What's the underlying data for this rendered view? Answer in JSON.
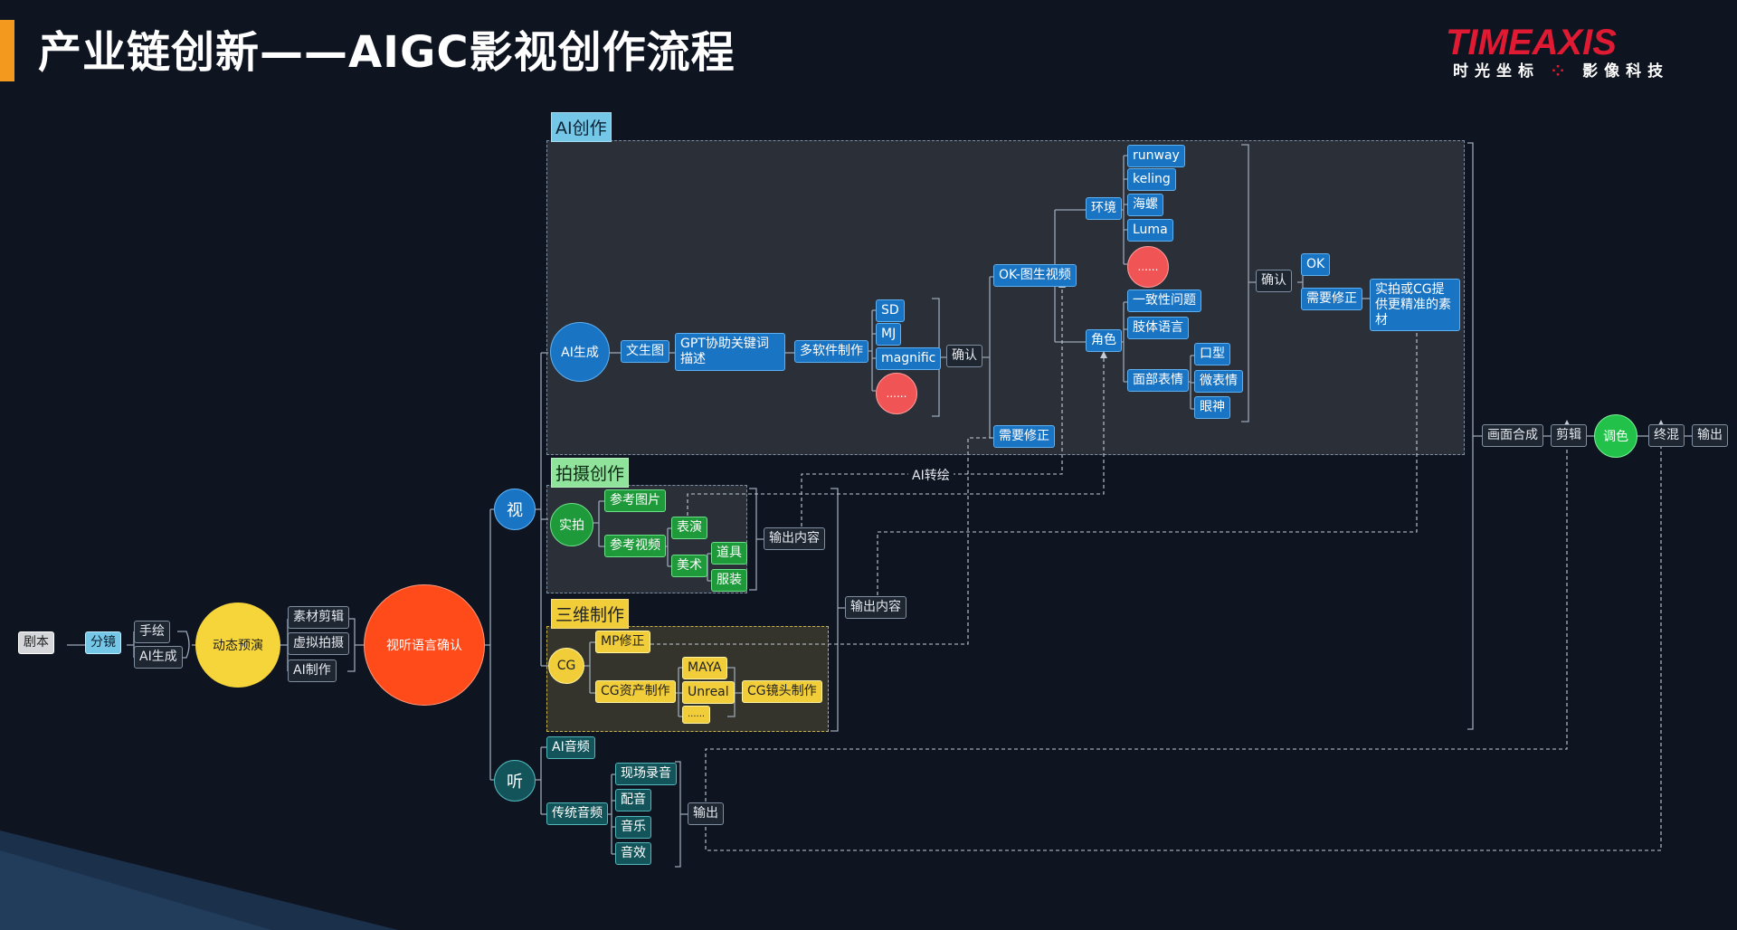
{
  "title": "产业链创新——AIGC影视创作流程",
  "logo": {
    "top": "TIMEAXIS",
    "bottom_left": "时光坐标",
    "bottom_right": "影像科技"
  },
  "colors": {
    "accent_orange": "#f39a1e",
    "blue": "#1a74c4",
    "green": "#1e9a3a",
    "yellow": "#f1cd3a",
    "red": "#ff4a1a",
    "teal": "#13545a"
  },
  "sections": {
    "ai": "AI创作",
    "shoot": "拍摄创作",
    "three_d": "三维制作"
  },
  "left_chain": {
    "script": "剧本",
    "storyboard": "分镜",
    "hand_draw": "手绘",
    "ai_generate": "AI生成",
    "previs": "动态预演",
    "material_edit": "素材剪辑",
    "virtual_shoot": "虚拟拍摄",
    "ai_make": "AI制作",
    "av_confirm": "视听语言确认"
  },
  "branches": {
    "visual": "视",
    "audio": "听"
  },
  "ai_flow": {
    "ai_gen": "AI生成",
    "text_to_image": "文生图",
    "gpt": "GPT协助关键词描述",
    "multi_software": "多软件制作",
    "tools": [
      "SD",
      "MJ",
      "magnific",
      "......"
    ],
    "confirm": "确认",
    "ok_img2video": "OK-图生视频",
    "need_fix": "需要修正",
    "env": "环境",
    "env_tools": [
      "runway",
      "keling",
      "海螺",
      "Luma",
      "......"
    ],
    "role": "角色",
    "role_items": [
      "一致性问题",
      "肢体语言",
      "面部表情"
    ],
    "face_items": [
      "口型",
      "微表情",
      "眼神"
    ],
    "confirm2": "确认",
    "ok2": "OK",
    "need_fix2": "需要修正",
    "provide": "实拍或CG提供更精准的素材"
  },
  "shoot_flow": {
    "live": "实拍",
    "ref_image": "参考图片",
    "ref_video": "参考视频",
    "perform": "表演",
    "art": "美术",
    "props": "道具",
    "costume": "服装",
    "output": "输出内容"
  },
  "cg_flow": {
    "cg": "CG",
    "mp_fix": "MP修正",
    "asset": "CG资产制作",
    "maya": "MAYA",
    "unreal": "Unreal",
    "more": "......",
    "shot": "CG镜头制作",
    "output": "输出内容"
  },
  "audio_flow": {
    "ai_audio": "AI音频",
    "traditional": "传统音频",
    "items": [
      "现场录音",
      "配音",
      "音乐",
      "音效"
    ],
    "output": "输出"
  },
  "ai_turn": "AI转绘",
  "final_chain": {
    "compose": "画面合成",
    "edit": "剪辑",
    "grade": "调色",
    "mix": "终混",
    "output": "输出"
  }
}
